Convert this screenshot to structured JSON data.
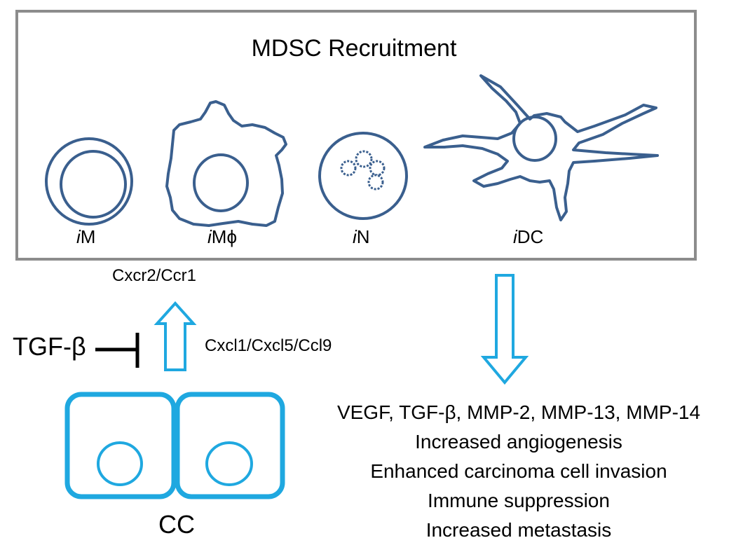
{
  "title": "MDSC Recruitment",
  "cells": [
    {
      "prefix": "i",
      "suffix": "M"
    },
    {
      "prefix": "i",
      "suffix": "Mϕ"
    },
    {
      "prefix": "i",
      "suffix": "N"
    },
    {
      "prefix": "i",
      "suffix": "DC"
    }
  ],
  "receptor_label": "Cxcr2/Ccr1",
  "chemokine_label": "Cxcl1/Cxcl5/Ccl9",
  "inhibitor_label": "TGF-β",
  "carcinoma_label": "CC",
  "effects": [
    "VEGF, TGF-β, MMP-2, MMP-13, MMP-14",
    "Increased angiogenesis",
    "Enhanced carcinoma cell invasion",
    "Immune suppression",
    "Increased metastasis"
  ],
  "colors": {
    "cell_outline": "#3A5F8E",
    "arrow": "#1FA8E0",
    "frame": "#8C8C8C",
    "inhibition": "#000000"
  }
}
